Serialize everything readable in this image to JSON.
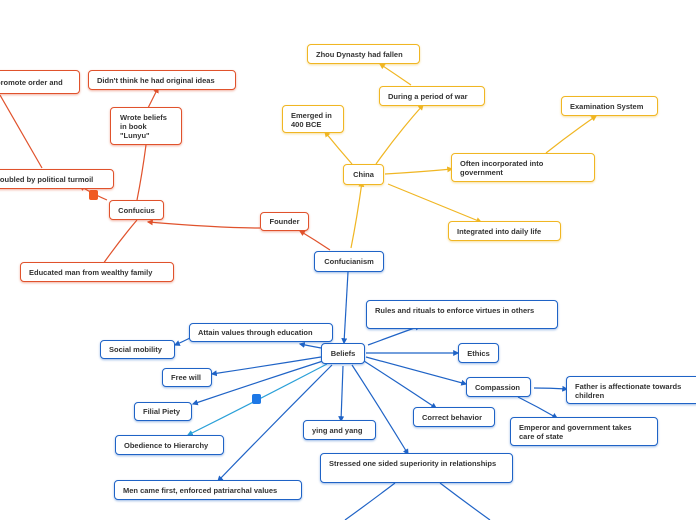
{
  "colors": {
    "orange": "#e0522c",
    "yellow": "#f0b623",
    "blue": "#1f63c6",
    "light_blue": "#2aa0d8"
  },
  "nodes": {
    "confucianism": "Confucianism",
    "founder": "Founder",
    "confucius": "Confucius",
    "educated": "Educated man from wealthy family",
    "troubled": "roubled by political turmoil",
    "promote": "promote order and",
    "wrote": "Wrote beliefs in book \"Lunyu\"",
    "didnt": "Didn't think he had original ideas",
    "china": "China",
    "emerged": "Emerged in 400 BCE",
    "war": "During a period of war",
    "zhou": "Zhou Dynasty had fallen",
    "gov": "Often incorporated into government",
    "exam": "Examination System",
    "daily": "Integrated into daily life",
    "beliefs": "Beliefs",
    "education": "Attain values through education",
    "mobility": "Social mobility",
    "freewill": "Free will",
    "filial": "Filial Piety",
    "obedience": "Obedience to Hierarchy",
    "patriarchal": "Men came first, enforced patriarchal values",
    "yin": "ying and yang",
    "stressed": "Stressed one sided superiority in relationships",
    "rules": "Rules and rituals to enforce virtues in others",
    "ethics": "Ethics",
    "compassion": "Compassion",
    "father": "Father is affectionate towards children",
    "emperor": "Emperor and government takes care of state",
    "correct": "Correct behavior"
  },
  "icons": [
    "arrow-head-icon",
    "marker-icon"
  ]
}
